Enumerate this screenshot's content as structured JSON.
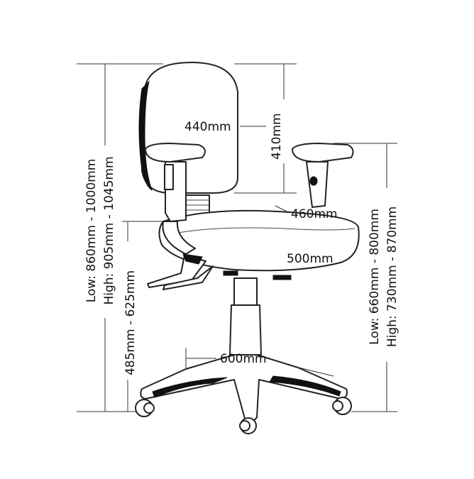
{
  "title": "Office chair dimensions",
  "dimensions": {
    "back_width": "440mm",
    "back_height": "410mm",
    "seat_depth": "460mm",
    "seat_width": "500mm",
    "base_width": "600mm",
    "overall_height_low": "Low: 860mm - 1000mm",
    "overall_height_high": "High: 905mm - 1045mm",
    "seat_height": "485mm - 625mm",
    "arm_height_low": "Low: 660mm - 800mm",
    "arm_height_high": "High: 730mm - 870mm"
  }
}
